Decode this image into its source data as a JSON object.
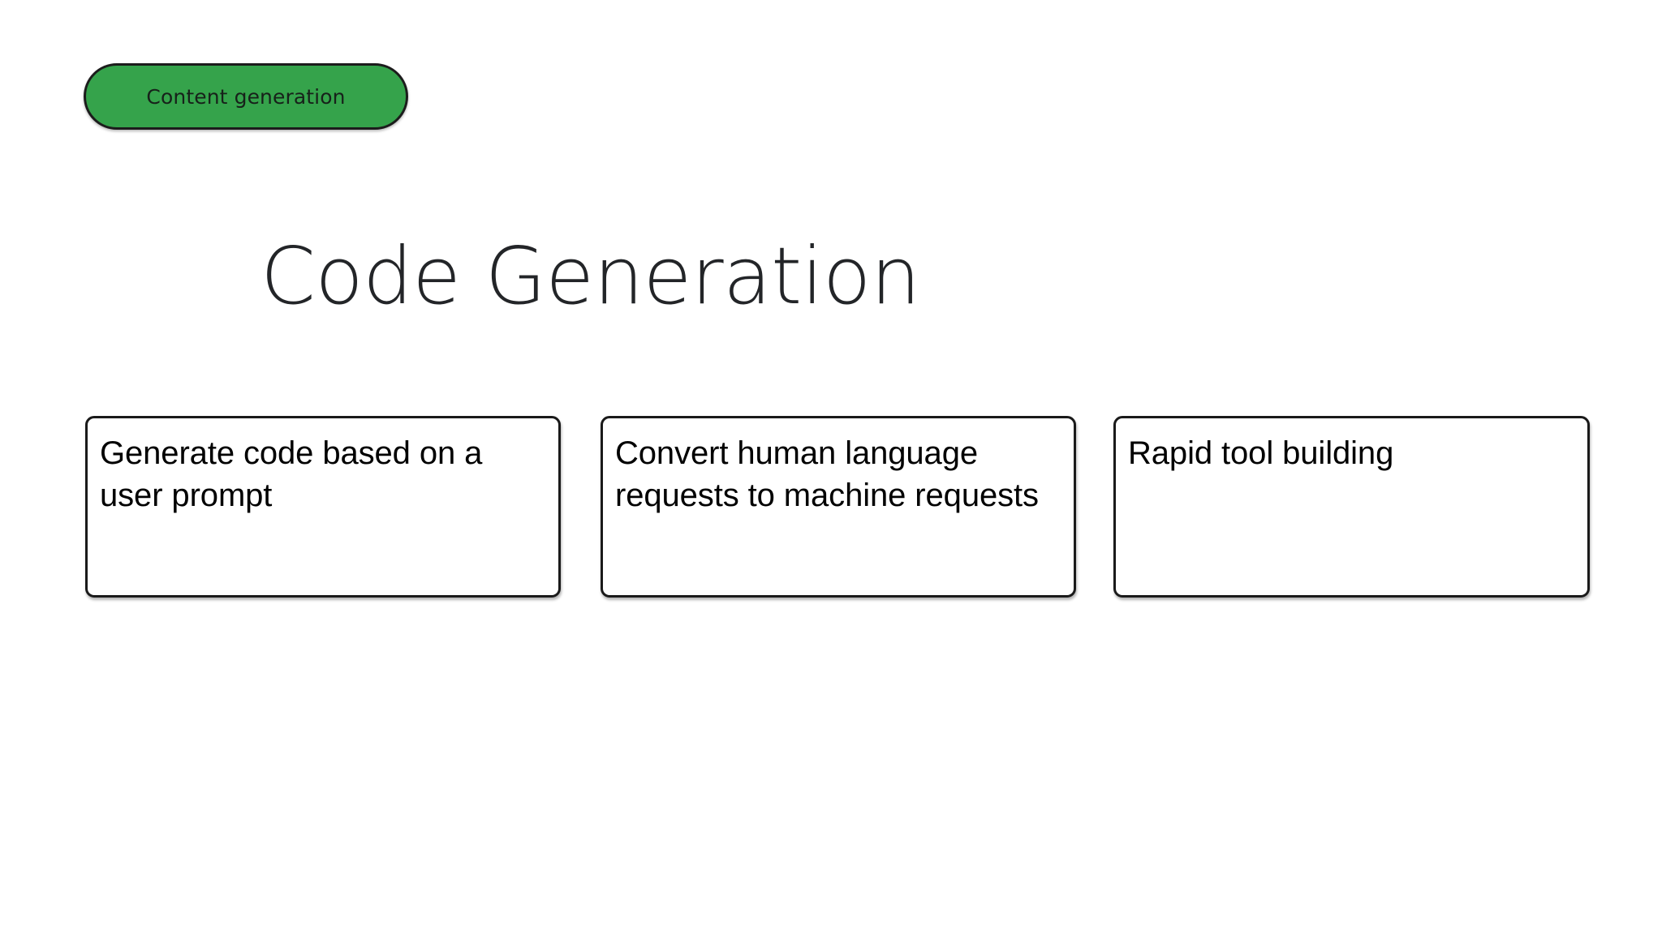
{
  "slide": {
    "background_color": "#ffffff",
    "badge": {
      "label": "Content generation",
      "fill_color": "#35a34b",
      "border_color": "#1c1c1c",
      "text_color": "#17211a"
    },
    "title": {
      "text": "Code Generation",
      "color": "#232528"
    },
    "cards": [
      {
        "id": "generate-code",
        "text": "Generate code based on a user prompt",
        "border_color": "#1a1a1a",
        "fill_color": "#ffffff",
        "text_color": "#000000"
      },
      {
        "id": "convert-language",
        "text": "Convert human language requests to machine requests",
        "border_color": "#1a1a1a",
        "fill_color": "#ffffff",
        "text_color": "#000000"
      },
      {
        "id": "rapid-tool-building",
        "text": "Rapid tool building",
        "border_color": "#1a1a1a",
        "fill_color": "#ffffff",
        "text_color": "#000000"
      }
    ]
  }
}
